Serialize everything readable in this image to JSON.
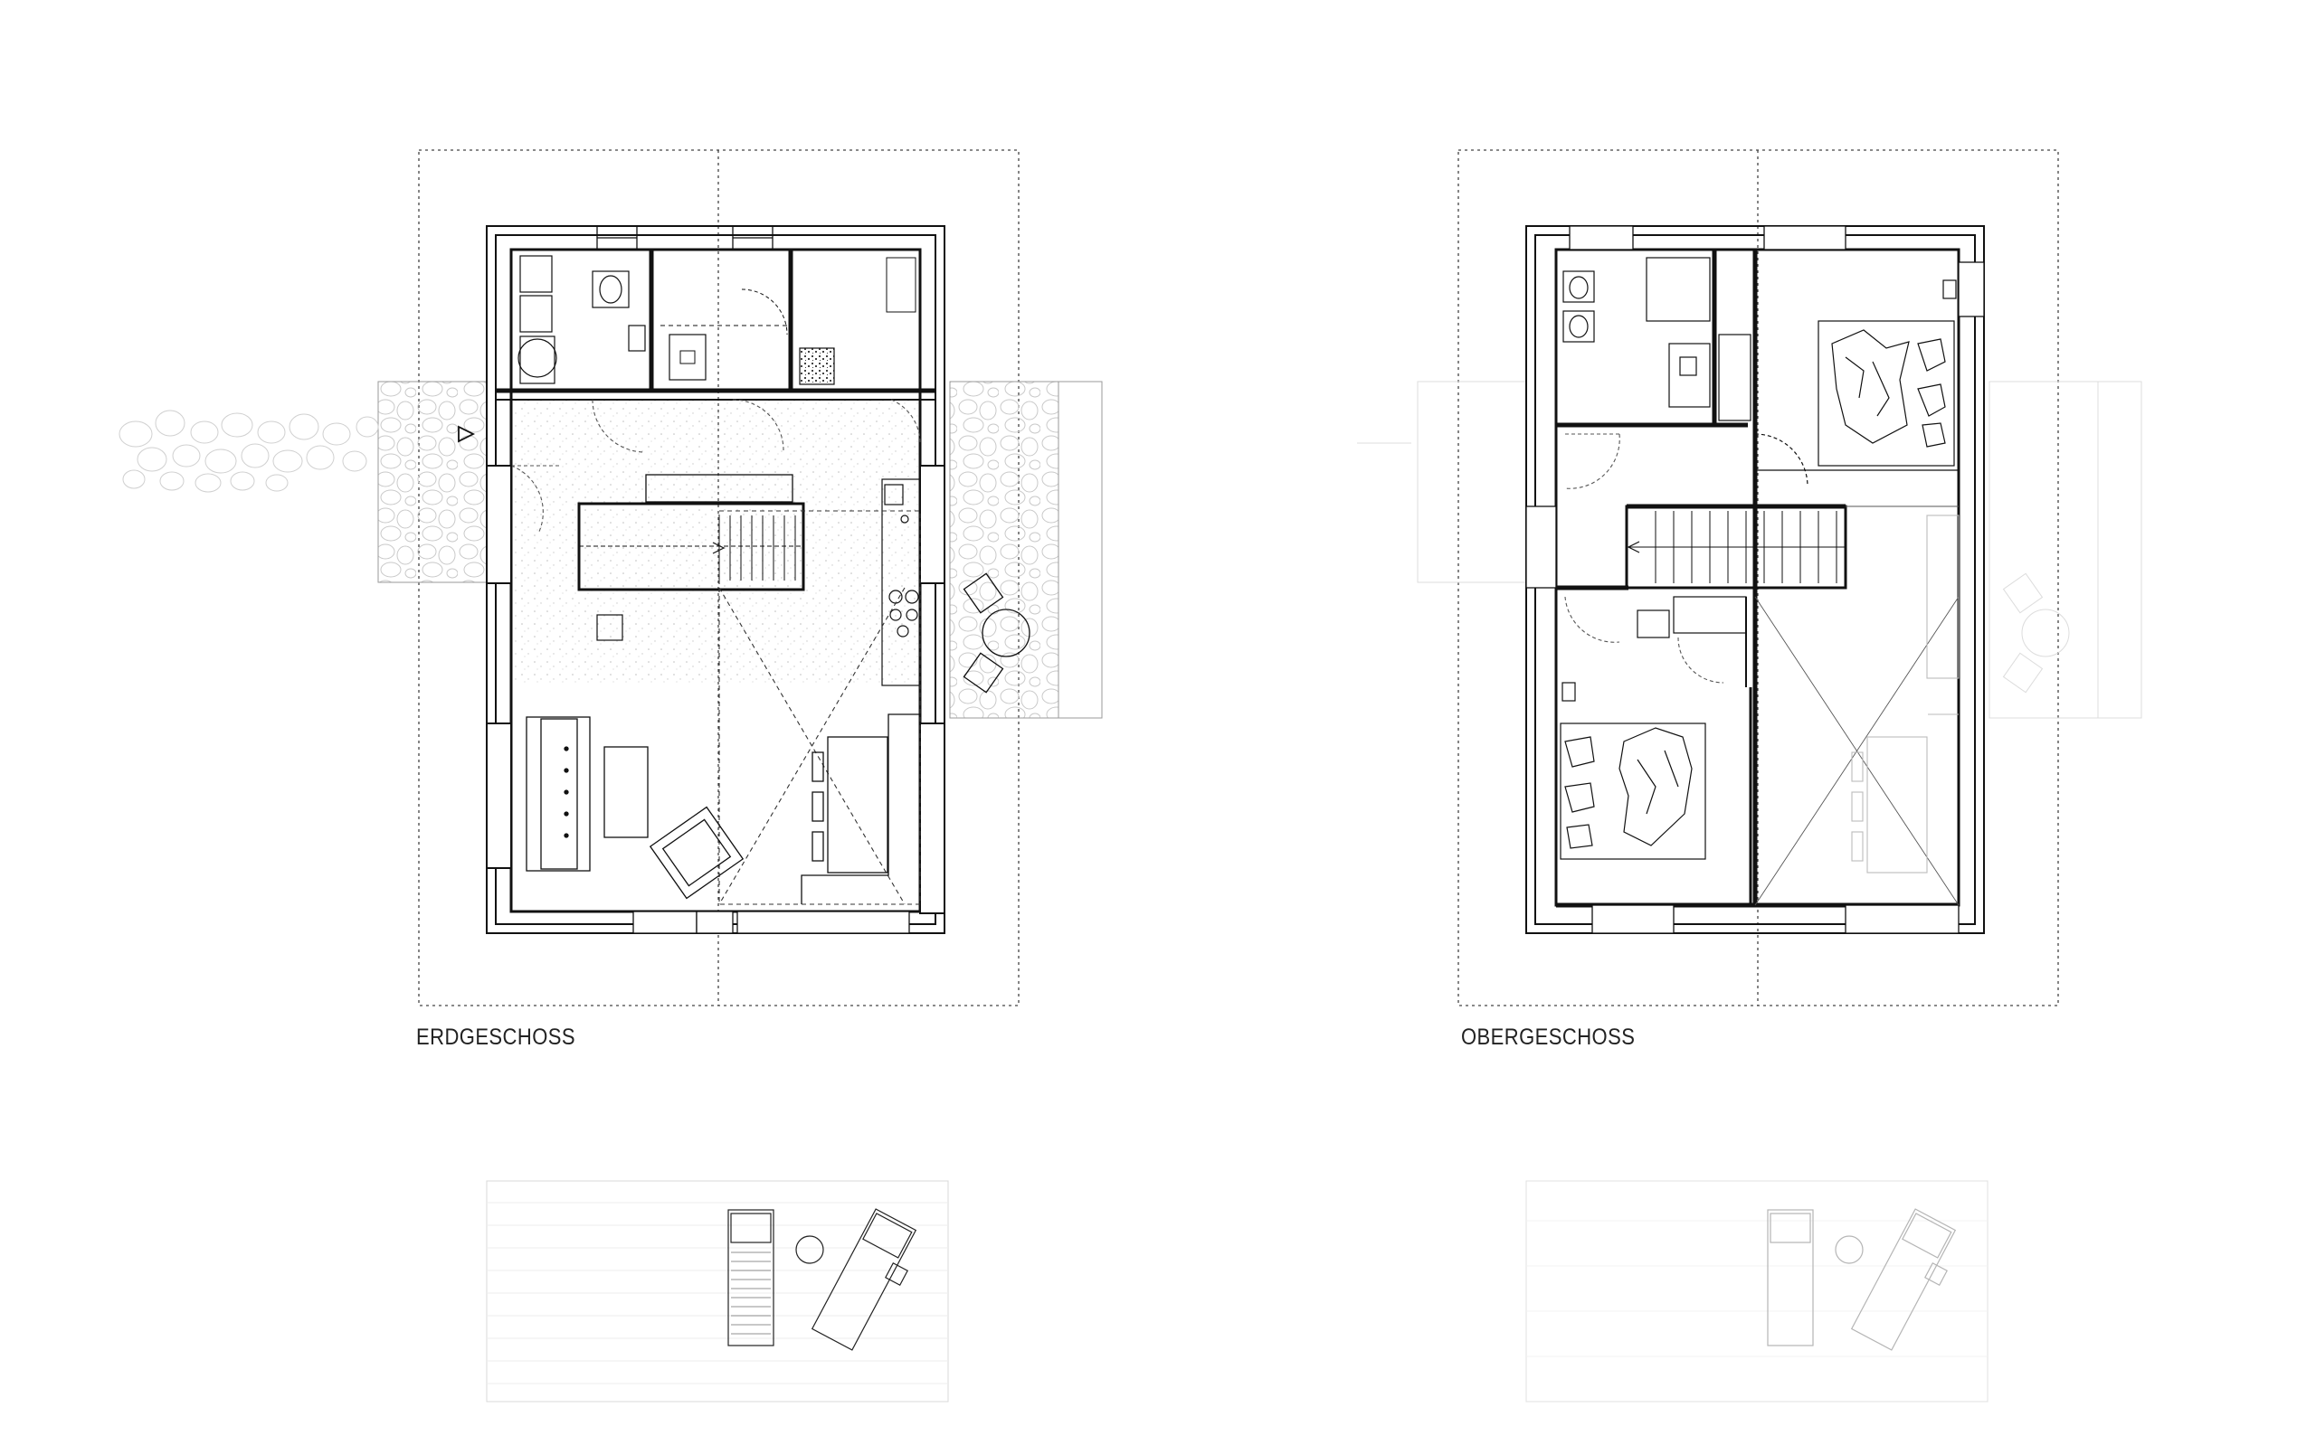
{
  "floors": [
    {
      "key": "erdgeschoss",
      "label": "ERDGESCHOSS"
    },
    {
      "key": "obergeschoss",
      "label": "OBERGESCHOSS"
    }
  ],
  "colors": {
    "wall": "#111111",
    "line": "#333333",
    "faint": "#bbbbbb",
    "background": "#ffffff"
  }
}
